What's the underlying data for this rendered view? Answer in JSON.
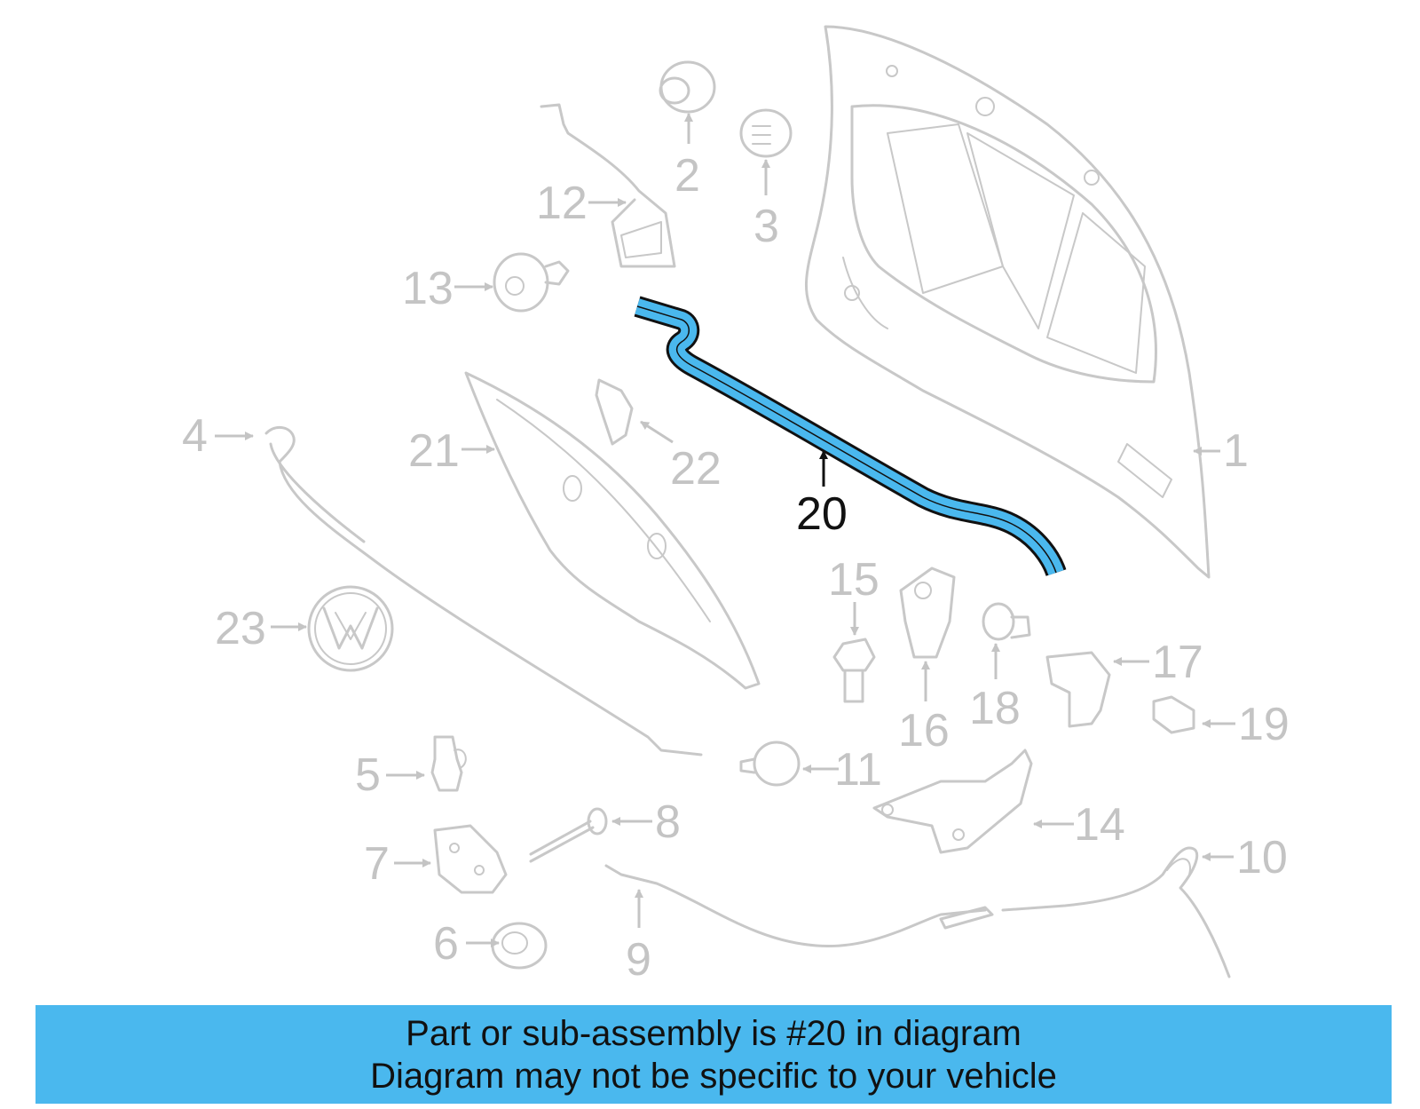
{
  "diagram": {
    "highlight_color": "#4ab8ee",
    "part_color": "#c8c8c8",
    "highlighted_part": {
      "number": "20"
    },
    "callouts": [
      "1",
      "2",
      "3",
      "4",
      "5",
      "6",
      "7",
      "8",
      "9",
      "10",
      "11",
      "12",
      "13",
      "14",
      "15",
      "16",
      "17",
      "18",
      "19",
      "21",
      "22",
      "23"
    ]
  },
  "banner": {
    "line1": "Part or sub-assembly is #20 in diagram",
    "line2": "Diagram may not be specific to your vehicle",
    "color": "#4ab8ee"
  }
}
